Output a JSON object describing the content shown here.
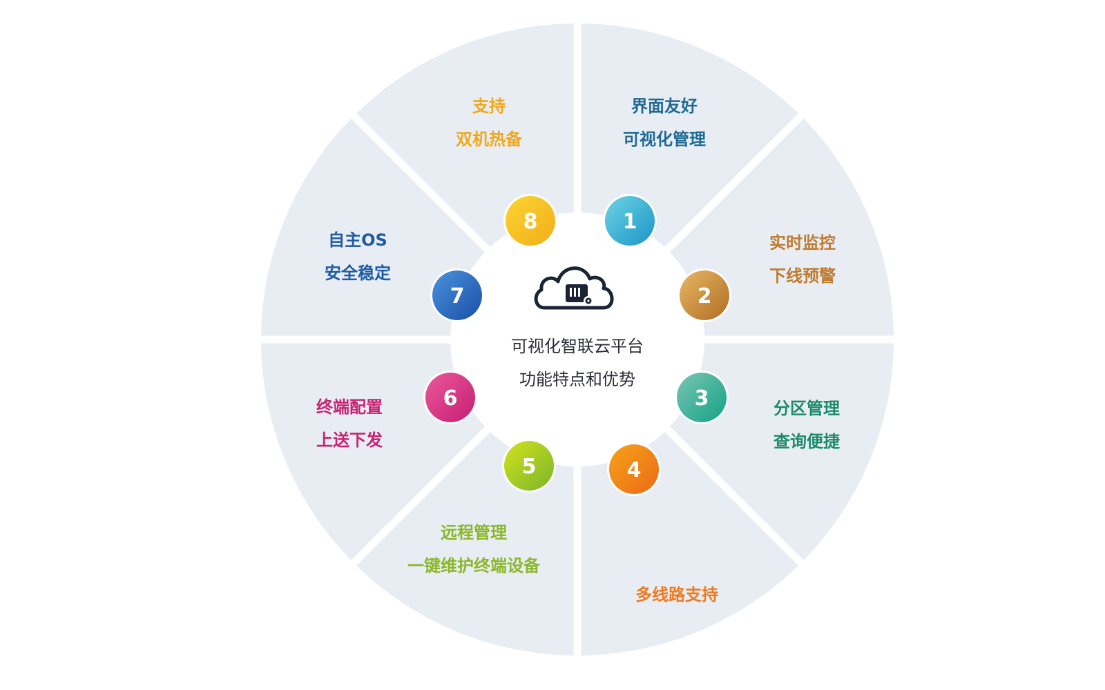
{
  "diagram": {
    "center": {
      "icon": "cloud-server-icon",
      "title_line1": "可视化智联云平台",
      "title_line2": "功能特点和优势"
    },
    "segments": [
      {
        "number": "1",
        "line1": "界面友好",
        "line2": "可视化管理",
        "text_color": "#1f6a94",
        "badge_colors": [
          "#6fd3e3",
          "#1a95c8"
        ]
      },
      {
        "number": "2",
        "line1": "实时监控",
        "line2": "下线预警",
        "text_color": "#bf7a2e",
        "badge_colors": [
          "#e8b766",
          "#b06d22"
        ]
      },
      {
        "number": "3",
        "line1": "分区管理",
        "line2": "查询便捷",
        "text_color": "#1d8a6c",
        "badge_colors": [
          "#7cc5b4",
          "#12a386"
        ]
      },
      {
        "number": "4",
        "line1": "",
        "line2": "多线路支持",
        "text_color": "#ee7a22",
        "badge_colors": [
          "#f6a21a",
          "#ec6a16"
        ]
      },
      {
        "number": "5",
        "line1": "远程管理",
        "line2": "一键维护终端设备",
        "text_color": "#8ab82a",
        "badge_colors": [
          "#d2e21d",
          "#7bb52b"
        ]
      },
      {
        "number": "6",
        "line1": "终端配置",
        "line2": "上送下发",
        "text_color": "#c92274",
        "badge_colors": [
          "#ea5a9c",
          "#c51d70"
        ]
      },
      {
        "number": "7",
        "line1": "自主OS",
        "line2": "安全稳定",
        "text_color": "#1e5aa5",
        "badge_colors": [
          "#4a93dc",
          "#1b4ea8"
        ]
      },
      {
        "number": "8",
        "line1": "支持",
        "line2": "双机热备",
        "text_color": "#f0a81c",
        "badge_colors": [
          "#fcd534",
          "#f2ad18"
        ]
      }
    ],
    "colors": {
      "segment_fill": "#e8edf3",
      "center_fill": "#ffffff",
      "icon_color": "#1c2433"
    }
  }
}
